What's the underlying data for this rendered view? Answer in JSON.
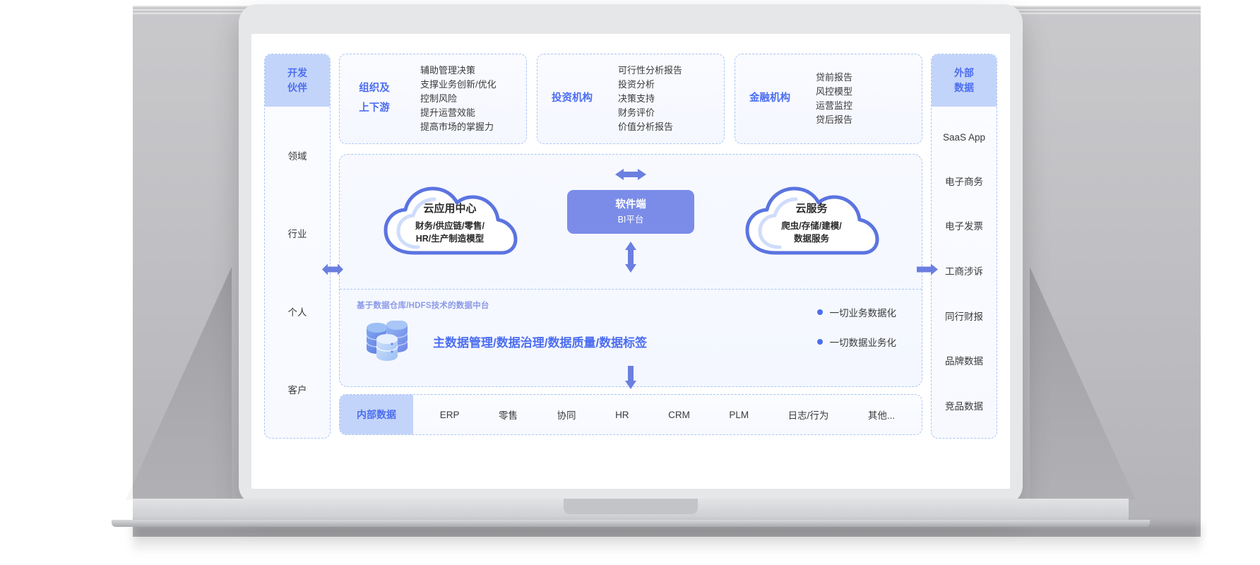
{
  "left_sidebar": {
    "header": "开发\n伙伴",
    "header_line1": "开发",
    "header_line2": "伙伴",
    "items": [
      "领域",
      "行业",
      "个人",
      "客户"
    ]
  },
  "right_sidebar": {
    "header_line1": "外部",
    "header_line2": "数据",
    "items": [
      "SaaS App",
      "电子商务",
      "电子发票",
      "工商涉诉",
      "同行财报",
      "品牌数据",
      "竞品数据"
    ]
  },
  "top_boxes": [
    {
      "title_line1": "组织及",
      "title_line2": "上下游",
      "items": [
        "辅助管理决策",
        "支撑业务创新/优化",
        "控制风险",
        "提升运营效能",
        "提高市场的掌握力"
      ]
    },
    {
      "title_line1": "投资机构",
      "title_line2": "",
      "items": [
        "可行性分析报告",
        "投资分析",
        "决策支持",
        "财务评价",
        "价值分析报告"
      ]
    },
    {
      "title_line1": "金融机构",
      "title_line2": "",
      "items": [
        "贷前报告",
        "风控模型",
        "运营监控",
        "贷后报告"
      ]
    }
  ],
  "platform": {
    "left_cloud": {
      "title": "云应用中心",
      "sub_line1": "财务/供应链/零售/",
      "sub_line2": "HR/生产制造模型"
    },
    "software": {
      "title": "软件端",
      "subtitle": "BI平台"
    },
    "right_cloud": {
      "title": "云服务",
      "sub_line1": "爬虫/存储/建模/",
      "sub_line2": "数据服务"
    },
    "data_middle": {
      "caption": "基于数据仓库/HDFS技术的数据中台",
      "title": "主数据管理/数据治理/数据质量/数据标签",
      "bullets": [
        "一切业务数据化",
        "一切数据业务化"
      ]
    }
  },
  "bottom_bar": {
    "header": "内部数据",
    "items": [
      "ERP",
      "零售",
      "协同",
      "HR",
      "CRM",
      "PLM",
      "日志/行为",
      "其他..."
    ]
  },
  "colors": {
    "accent": "#4c6ef0",
    "accent_soft": "#c3d4fa",
    "software_bg": "#7b8ce8",
    "dash_border": "#a9c6f5",
    "panel_bg": "#f7f9ff",
    "arrow": "#6b7fe0"
  }
}
